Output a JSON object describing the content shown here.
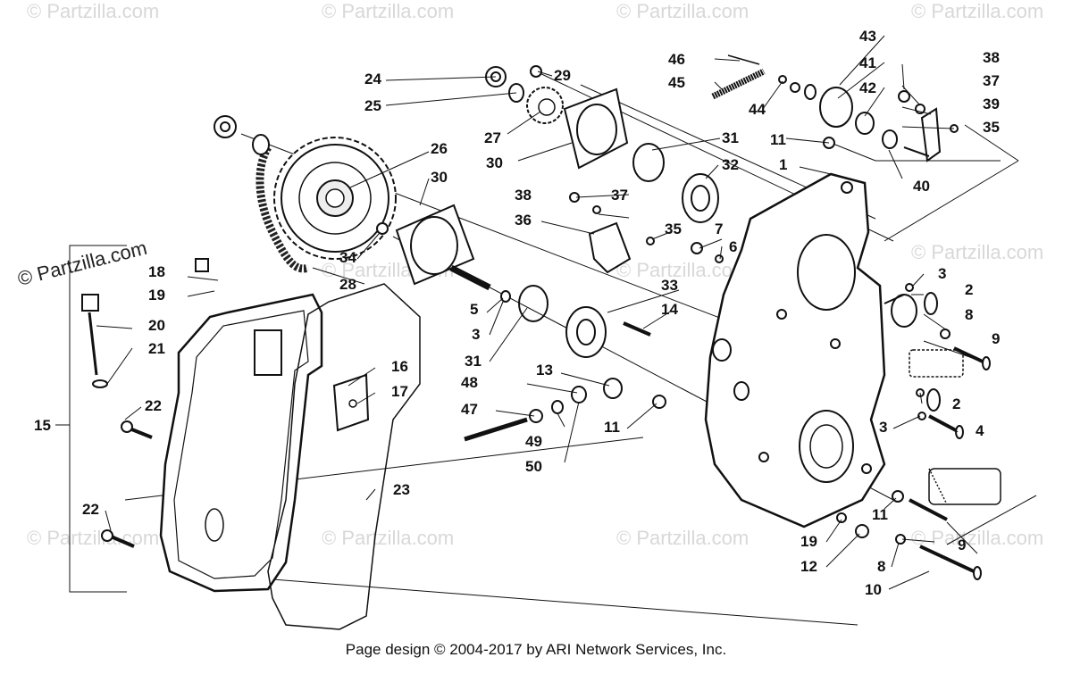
{
  "watermark": "© Partzilla.com",
  "footer": "Page design © 2004-2017 by ARI Network Services, Inc.",
  "callouts": {
    "c1": "1",
    "c2a": "2",
    "c2b": "2",
    "c3a": "3",
    "c3b": "3",
    "c3c": "3",
    "c4": "4",
    "c5": "5",
    "c6": "6",
    "c7": "7",
    "c8a": "8",
    "c8b": "8",
    "c9a": "9",
    "c9b": "9",
    "c10": "10",
    "c11a": "11",
    "c11b": "11",
    "c11c": "11",
    "c12": "12",
    "c13": "13",
    "c14": "14",
    "c15": "15",
    "c16": "16",
    "c17": "17",
    "c18": "18",
    "c19a": "19",
    "c19b": "19",
    "c20": "20",
    "c21": "21",
    "c22a": "22",
    "c22b": "22",
    "c23": "23",
    "c24": "24",
    "c25": "25",
    "c26": "26",
    "c27": "27",
    "c28": "28",
    "c29": "29",
    "c30a": "30",
    "c30b": "30",
    "c31a": "31",
    "c31b": "31",
    "c32": "32",
    "c33": "33",
    "c34": "34",
    "c35a": "35",
    "c35b": "35",
    "c36": "36",
    "c37a": "37",
    "c37b": "37",
    "c38a": "38",
    "c38b": "38",
    "c39": "39",
    "c40": "40",
    "c41": "41",
    "c42": "42",
    "c43": "43",
    "c44": "44",
    "c45": "45",
    "c46": "46",
    "c47": "47",
    "c48": "48",
    "c49": "49",
    "c50": "50"
  }
}
